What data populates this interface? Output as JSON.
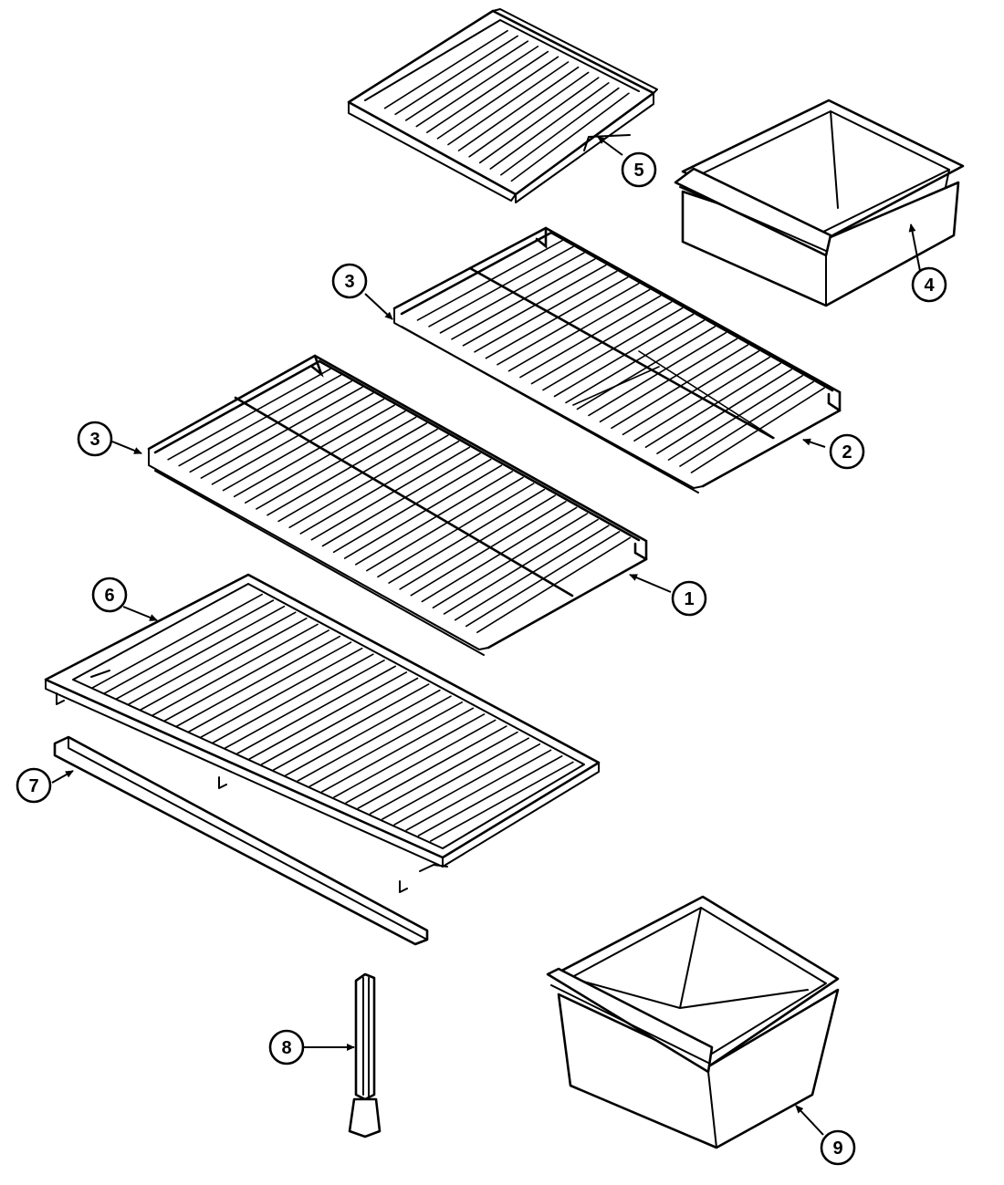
{
  "callouts": [
    {
      "id": "c5",
      "label": "5",
      "part": "deli-tray"
    },
    {
      "id": "c4",
      "label": "4",
      "part": "small-crisper-drawer"
    },
    {
      "id": "c3a",
      "label": "3",
      "part": "shelf-support-upper"
    },
    {
      "id": "c2",
      "label": "2",
      "part": "half-wire-shelf"
    },
    {
      "id": "c3b",
      "label": "3",
      "part": "shelf-support-lower"
    },
    {
      "id": "c1",
      "label": "1",
      "part": "full-wire-shelf"
    },
    {
      "id": "c6",
      "label": "6",
      "part": "crisper-cover-frame"
    },
    {
      "id": "c7",
      "label": "7",
      "part": "cover-front-rail"
    },
    {
      "id": "c8",
      "label": "8",
      "part": "divider-post"
    },
    {
      "id": "c9",
      "label": "9",
      "part": "crisper-bin"
    }
  ]
}
